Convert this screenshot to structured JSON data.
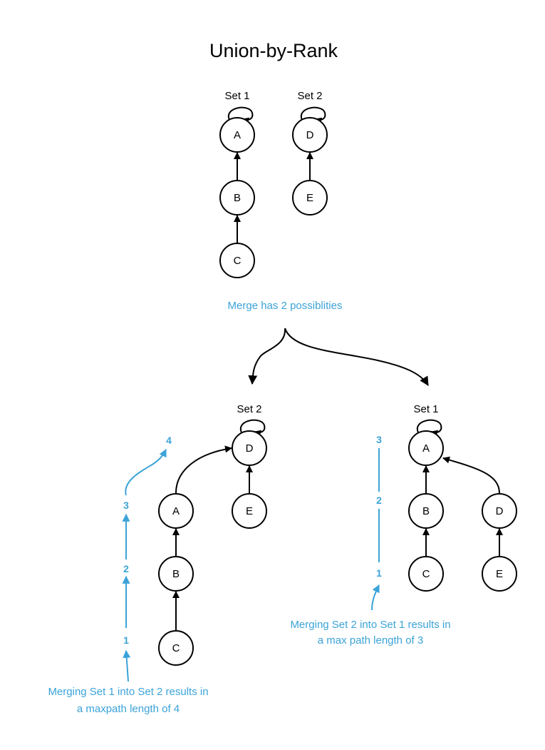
{
  "title": "Union-by-Rank",
  "colors": {
    "stroke": "#000000",
    "accent": "#3ba3d8",
    "background": "#ffffff"
  },
  "top": {
    "set1_label": "Set 1",
    "set2_label": "Set 2",
    "nodes": {
      "a": "A",
      "b": "B",
      "c": "C",
      "d": "D",
      "e": "E"
    }
  },
  "merge_caption": "Merge has 2 possiblities",
  "left": {
    "set_label": "Set 2",
    "nodes": {
      "d": "D",
      "a": "A",
      "e": "E",
      "b": "B",
      "c": "C"
    },
    "path_steps": [
      "1",
      "2",
      "3",
      "4"
    ],
    "note_line1": "Merging Set 1 into Set 2 results in",
    "note_line2": "a  maxpath length of 4"
  },
  "right": {
    "set_label": "Set 1",
    "nodes": {
      "a": "A",
      "b": "B",
      "d": "D",
      "c": "C",
      "e": "E"
    },
    "path_steps": [
      "1",
      "2",
      "3"
    ],
    "note_line1": "Merging Set 2 into Set 1 results in",
    "note_line2": "a max path length of 3"
  }
}
